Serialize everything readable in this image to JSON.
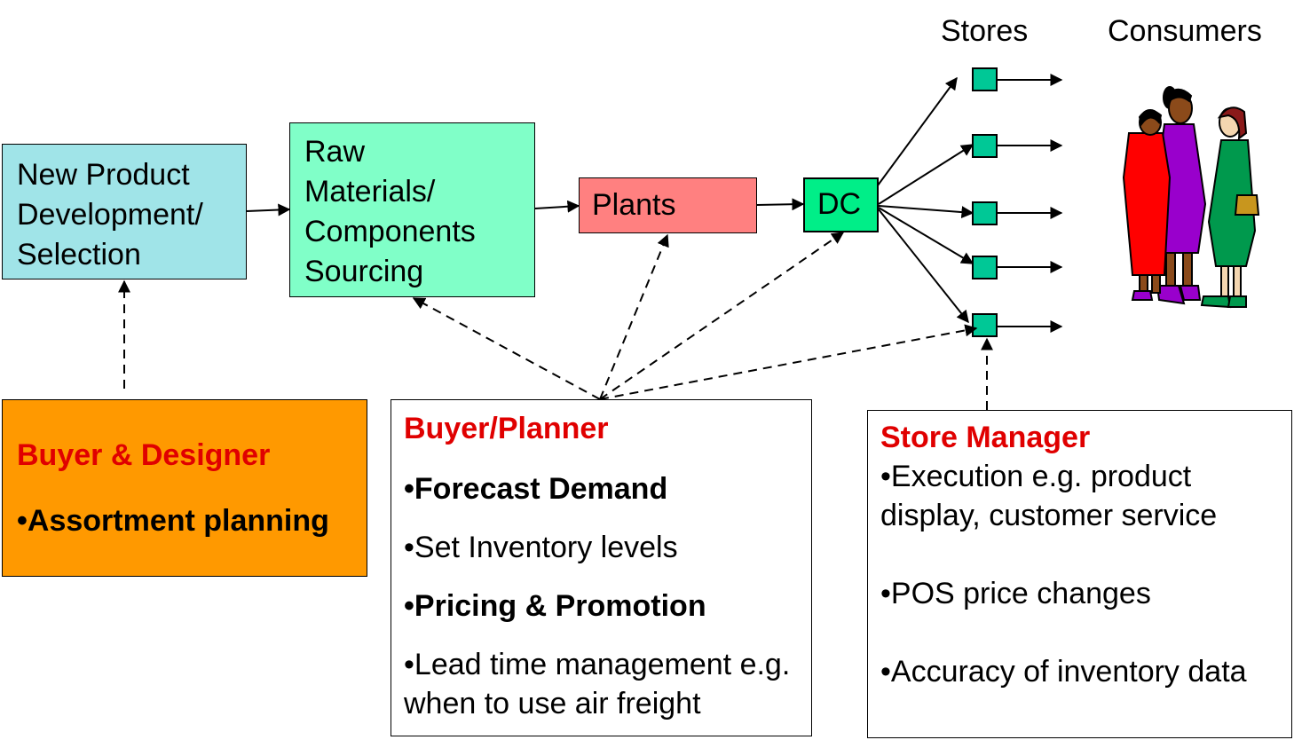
{
  "flow": {
    "npd_lines": [
      "New Product",
      "Development/",
      "Selection"
    ],
    "sourcing_lines": [
      "Raw",
      "Materials/",
      "Components",
      "Sourcing"
    ],
    "plants": "Plants",
    "dc": "DC"
  },
  "labels": {
    "stores": "Stores",
    "consumers": "Consumers"
  },
  "roles": {
    "buyer_designer": {
      "title": "Buyer & Designer",
      "items": [
        "•Assortment planning"
      ]
    },
    "buyer_planner": {
      "title": "Buyer/Planner",
      "items": [
        "•Forecast Demand",
        "•Set Inventory levels",
        "•Pricing & Promotion",
        "•Lead time management e.g. when to use air freight"
      ]
    },
    "store_manager": {
      "title": "Store Manager",
      "items": [
        "•Execution e.g. product display, customer service",
        "•POS price changes",
        "•Accuracy of inventory data"
      ]
    }
  },
  "colors": {
    "npd": "#a0e4e8",
    "sourcing": "#80ffc8",
    "plants": "#ff8080",
    "dc": "#00ee88",
    "store": "#00c896",
    "buyer_designer": "#ff9900",
    "role_title": "#e00000"
  }
}
